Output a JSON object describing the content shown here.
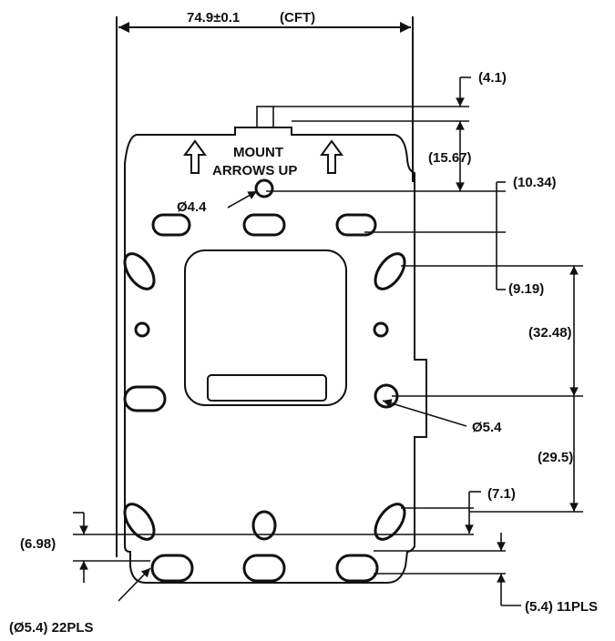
{
  "title": "Mounting plate drawing",
  "labels": {
    "width_dim": "74.9±0.1",
    "width_note": "(CFT)",
    "mount_line1": "MOUNT",
    "mount_line2": "ARROWS  UP",
    "top_hole": "Ø4.4",
    "side_hole": "Ø5.4",
    "dim_4_1": "(4.1)",
    "dim_15_67": "(15.67)",
    "dim_10_34": "(10.34)",
    "dim_9_19": "(9.19)",
    "dim_32_48": "(32.48)",
    "dim_29_5": "(29.5)",
    "dim_7_1": "(7.1)",
    "dim_6_98": "(6.98)",
    "slot_width": "(5.4) 11PLS",
    "slot_dia": "(Ø5.4) 22PLS"
  }
}
